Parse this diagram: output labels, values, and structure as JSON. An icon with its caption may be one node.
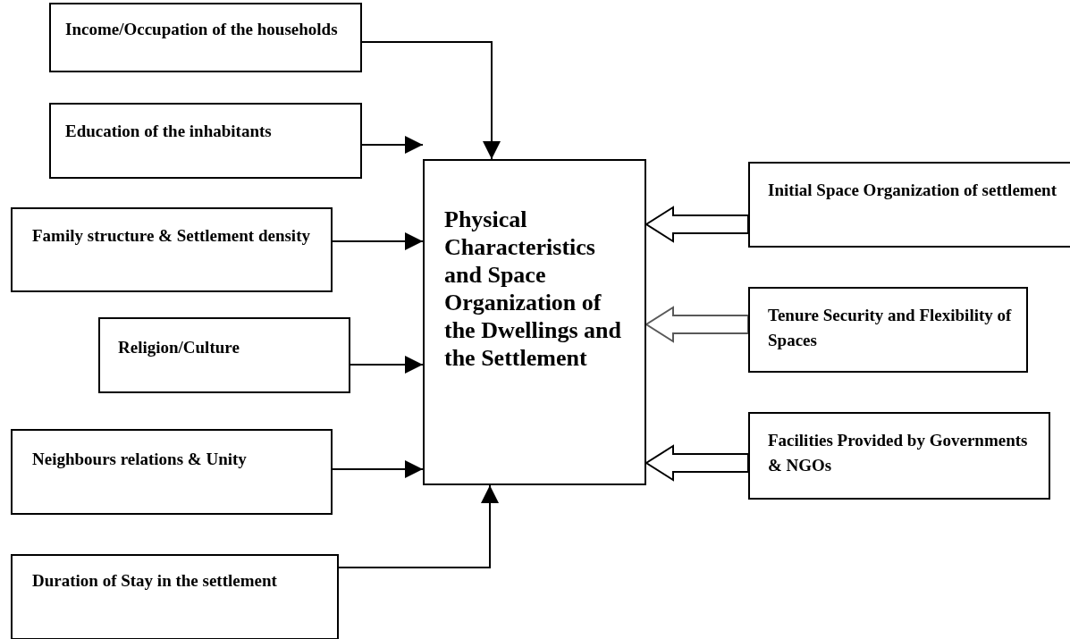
{
  "diagram": {
    "nodes": [
      {
        "text": [
          "Income/Occupation of the households"
        ]
      },
      {
        "text": [
          "Education of the inhabitants"
        ]
      },
      {
        "text": [
          "Family structure & Settlement density"
        ]
      },
      {
        "text": [
          "Religion/Culture"
        ]
      },
      {
        "text": [
          "Neighbours relations & Unity"
        ]
      },
      {
        "text": [
          "Duration of Stay in the settlement"
        ]
      },
      {
        "text": [
          "Physical Characteristics and Space Organization of the Dwellings and the Settlement"
        ]
      },
      {
        "text": [
          "Initial Space Organization of settlement"
        ]
      },
      {
        "text": [
          "Tenure Security and Flexibility of Spaces"
        ]
      },
      {
        "text": [
          "Facilities Provided by Governments & NGOs"
        ]
      }
    ],
    "edges": [
      {
        "from": 0,
        "to": 6,
        "arrow": "to"
      },
      {
        "from": 1,
        "to": 6,
        "arrow": "to"
      },
      {
        "from": 2,
        "to": 6,
        "arrow": "to"
      },
      {
        "from": 3,
        "to": 6,
        "arrow": "to"
      },
      {
        "from": 4,
        "to": 6,
        "arrow": "to"
      },
      {
        "from": 5,
        "to": 6,
        "arrow": "to"
      },
      {
        "from": 7,
        "to": 6,
        "arrow": "to",
        "style": "thick"
      },
      {
        "from": 8,
        "to": 6,
        "arrow": "to",
        "style": "thick",
        "color": "#595959"
      },
      {
        "from": 9,
        "to": 6,
        "arrow": "to",
        "style": "thick"
      }
    ]
  }
}
